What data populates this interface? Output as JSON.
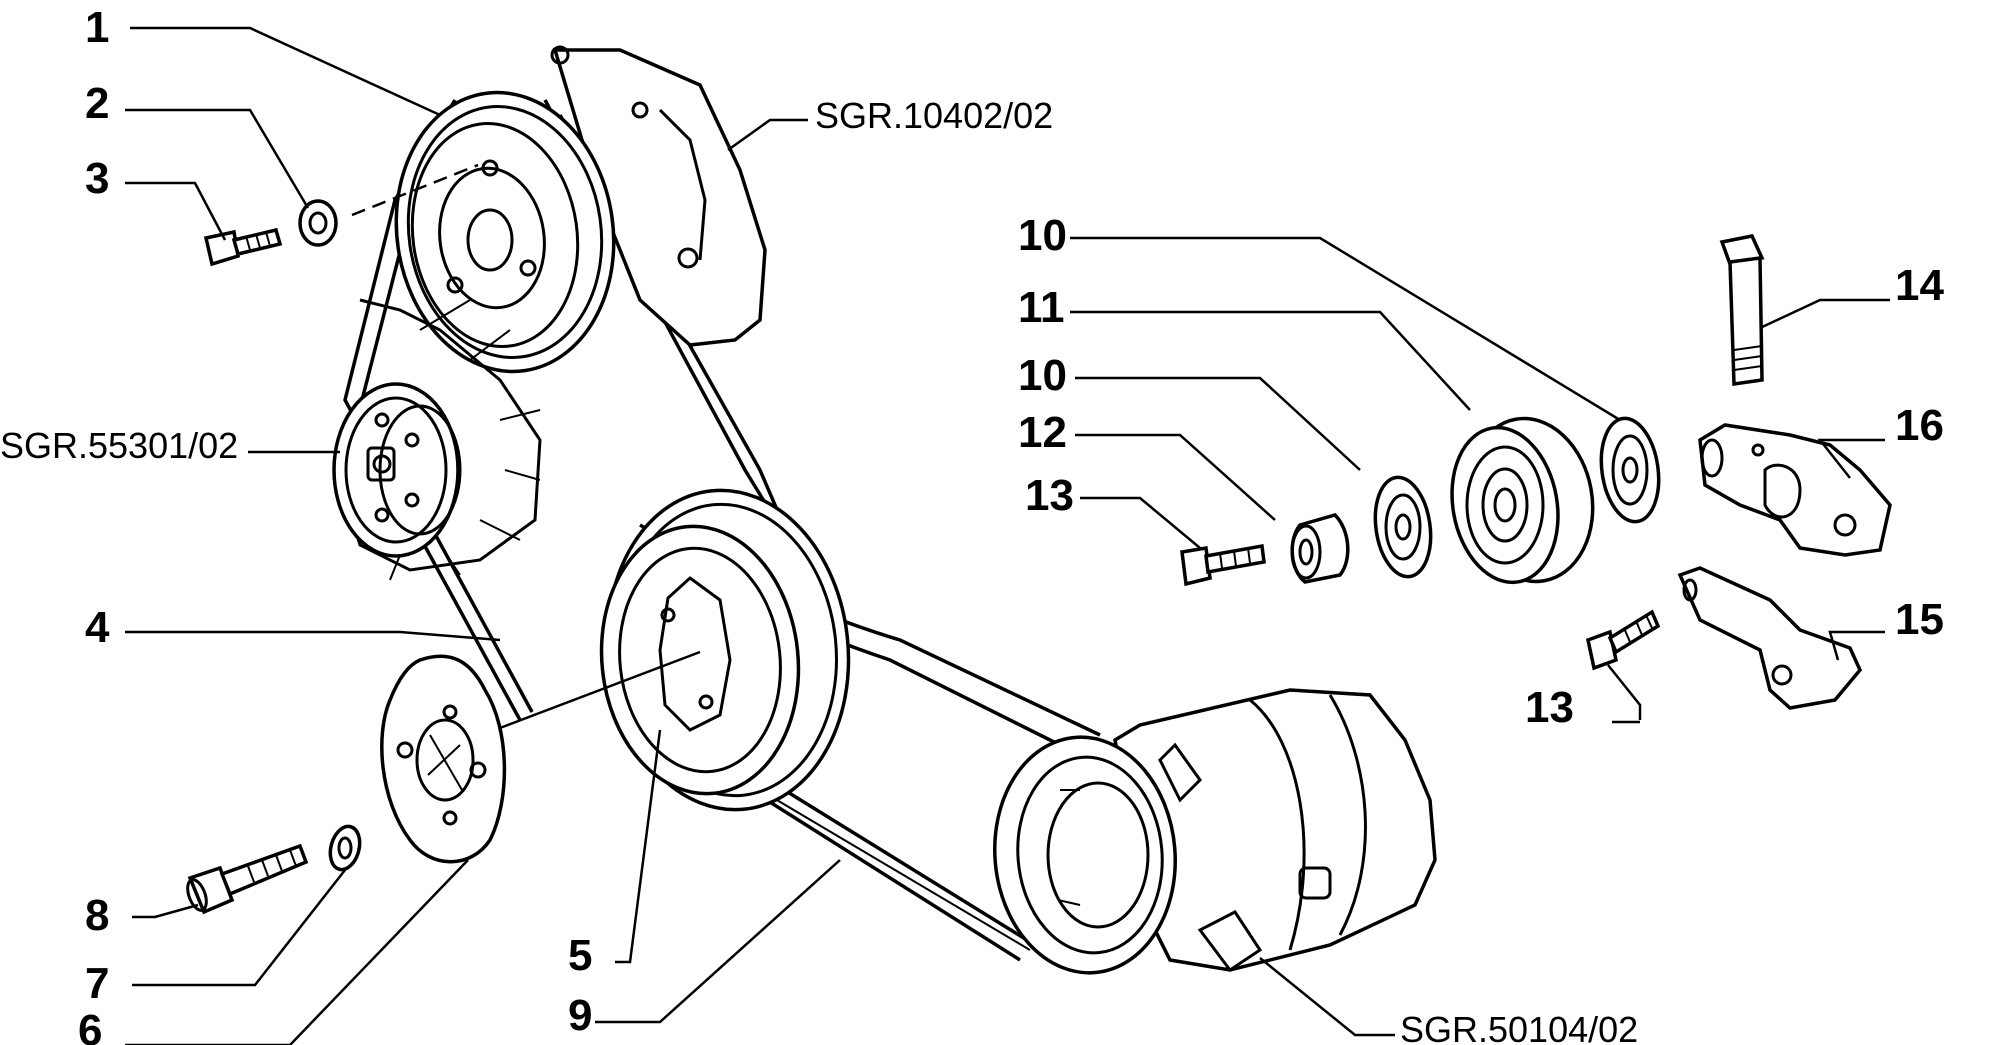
{
  "callouts": {
    "c1": "1",
    "c2": "2",
    "c3": "3",
    "c4": "4",
    "c5": "5",
    "c6": "6",
    "c7": "7",
    "c8": "8",
    "c9": "9",
    "c10a": "10",
    "c11": "11",
    "c10b": "10",
    "c12": "12",
    "c13a": "13",
    "c13b": "13",
    "c14": "14",
    "c15": "15",
    "c16": "16"
  },
  "references": {
    "top": "SGR.10402/02",
    "left": "SGR.55301/02",
    "bottom": "SGR.50104/02"
  }
}
